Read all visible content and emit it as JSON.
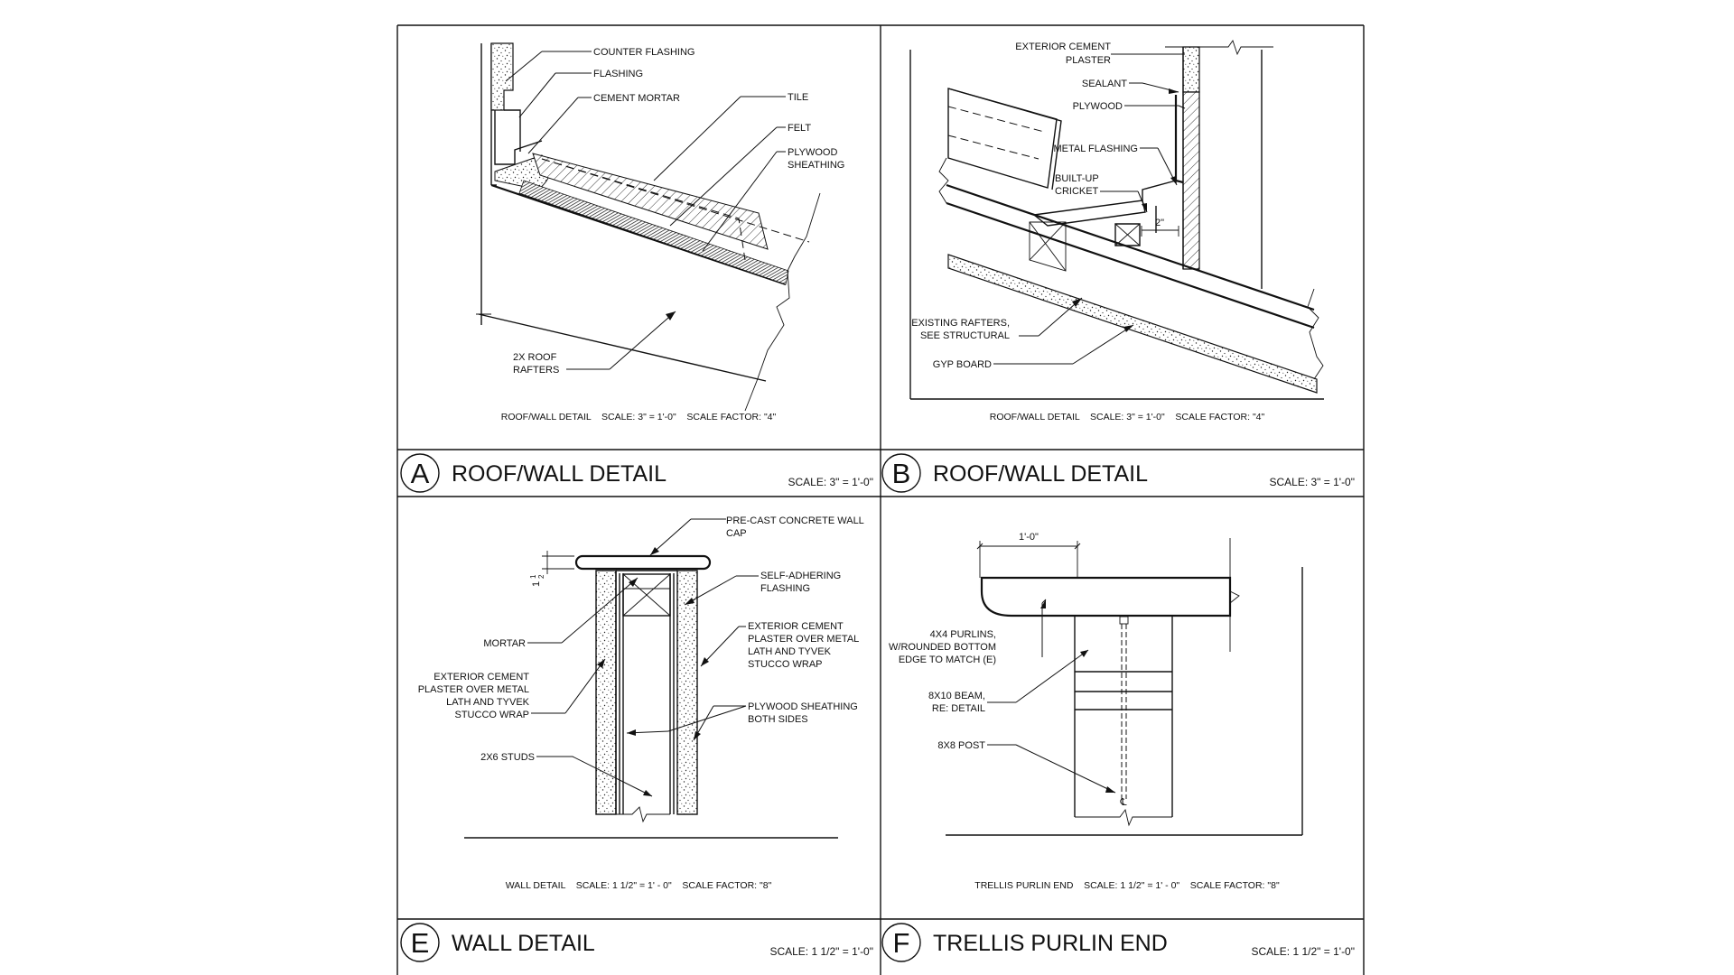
{
  "panels": {
    "a": {
      "letter": "A",
      "title": "ROOF/WALL DETAIL",
      "scale": "SCALE: 3\" = 1'-0\"",
      "caption": "ROOF/WALL DETAIL    SCALE: 3\" = 1'-0\"    SCALE FACTOR: \"4\"",
      "notes": {
        "counter_flashing": "COUNTER FLASHING",
        "flashing": "FLASHING",
        "cement_mortar": "CEMENT MORTAR",
        "tile": "TILE",
        "felt": "FELT",
        "plywood_1": "PLYWOOD",
        "plywood_2": "SHEATHING",
        "rafters_1": "2X ROOF",
        "rafters_2": "RAFTERS"
      }
    },
    "b": {
      "letter": "B",
      "title": "ROOF/WALL DETAIL",
      "scale": "SCALE: 3\" = 1'-0\"",
      "caption": "ROOF/WALL DETAIL    SCALE: 3\" = 1'-0\"    SCALE FACTOR: \"4\"",
      "notes": {
        "plaster_1": "EXTERIOR CEMENT",
        "plaster_2": "PLASTER",
        "sealant": "SEALANT",
        "plywood": "PLYWOOD",
        "metal_flashing": "METAL FLASHING",
        "cricket_1": "BUILT-UP",
        "cricket_2": "CRICKET",
        "dim": "2\"",
        "rafters_1": "EXISTING RAFTERS,",
        "rafters_2": "SEE STRUCTURAL",
        "gyp": "GYP BOARD"
      }
    },
    "e": {
      "letter": "E",
      "title": "WALL DETAIL",
      "scale": "SCALE: 1 1/2\" = 1'-0\"",
      "caption": "WALL DETAIL    SCALE: 1 1/2\" = 1' - 0\"    SCALE FACTOR: \"8\"",
      "notes": {
        "cap_1": "PRE-CAST CONCRETE WALL",
        "cap_2": "CAP",
        "self_1": "SELF-ADHERING",
        "self_2": "FLASHING",
        "mortar": "MORTAR",
        "ext_r_1": "EXTERIOR CEMENT",
        "ext_r_2": "PLASTER OVER METAL",
        "ext_r_3": "LATH AND TYVEK",
        "ext_r_4": "STUCCO WRAP",
        "ext_l_1": "EXTERIOR CEMENT",
        "ext_l_2": "PLASTER OVER METAL",
        "ext_l_3": "LATH AND TYVEK",
        "ext_l_4": "STUCCO WRAP",
        "ply_1": "PLYWOOD SHEATHING",
        "ply_2": "BOTH SIDES",
        "studs": "2X6 STUDS",
        "dim_num": "1",
        "dim_den": "2",
        "dim_whole": "1"
      }
    },
    "f": {
      "letter": "F",
      "title": "TRELLIS PURLIN END",
      "scale": "SCALE: 1 1/2\" = 1'-0\"",
      "caption": "TRELLIS PURLIN END    SCALE: 1 1/2\" = 1' - 0\"    SCALE FACTOR: \"8\"",
      "notes": {
        "dim": "1'-0\"",
        "purlins_1": "4X4 PURLINS,",
        "purlins_2": "W/ROUNDED BOTTOM",
        "purlins_3": "EDGE TO MATCH (E)",
        "beam_1": "8X10 BEAM,",
        "beam_2": "RE: DETAIL",
        "post": "8X8 POST",
        "centerline": "℄"
      }
    }
  }
}
